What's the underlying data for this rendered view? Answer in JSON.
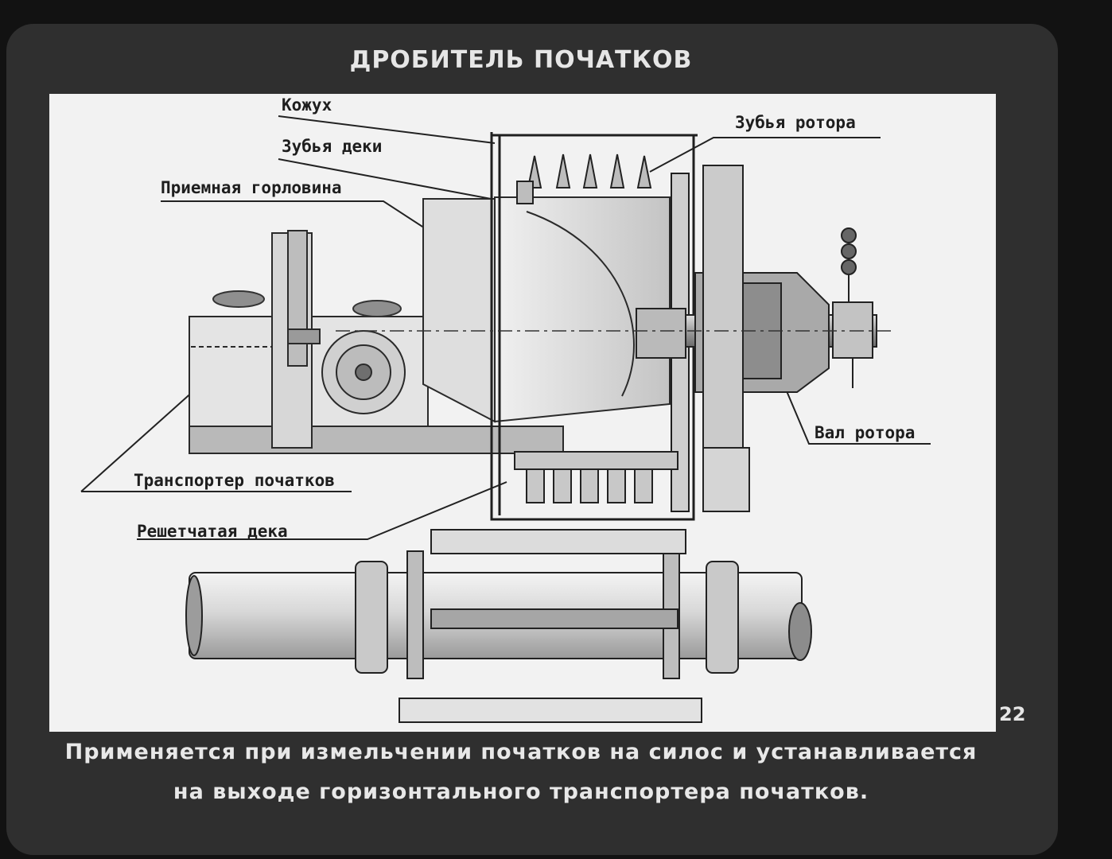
{
  "title": "ДРОБИТЕЛЬ ПОЧАТКОВ",
  "labels": {
    "casing": "Кожух",
    "deck_teeth": "Зубья деки",
    "intake_neck": "Приемная горловина",
    "rotor_teeth": "Зубья ротора",
    "rotor_shaft": "Вал ротора",
    "ear_conveyor": "Транспортер початков",
    "grate_deck": "Решетчатая дека"
  },
  "page_number": "22",
  "caption": {
    "line1": "Применяется при измельчении початков на силос и устанавливается",
    "line2": "на выходе горизонтального транспортера початков."
  }
}
